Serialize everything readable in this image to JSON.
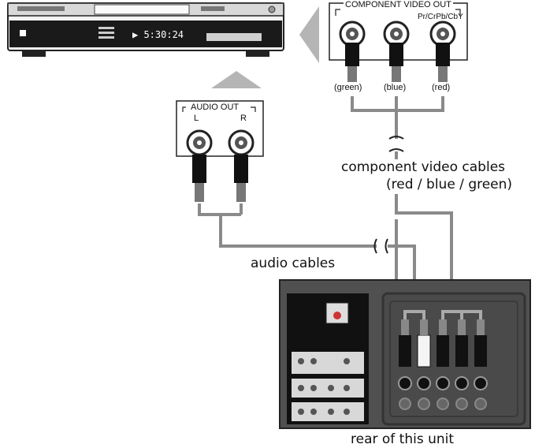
{
  "dvd_player": {
    "display_text": "▶ 5:30:24"
  },
  "component_out": {
    "heading": "COMPONENT VIDEO OUT",
    "signal_labels": "Pr/CrPb/CbY",
    "jacks": [
      "(green)",
      "(blue)",
      "(red)"
    ]
  },
  "audio_out": {
    "heading": "AUDIO OUT",
    "left": "L",
    "right": "R"
  },
  "captions": {
    "component_cables": "component video cables",
    "component_colors": "(red / blue / green)",
    "audio_cables": "audio cables",
    "rear_unit": "rear of this unit"
  },
  "colors": {
    "cable": "#8a8a8a",
    "panel": "#505050",
    "jack_ring": "#222222",
    "arrow": "#b5b5b5"
  }
}
